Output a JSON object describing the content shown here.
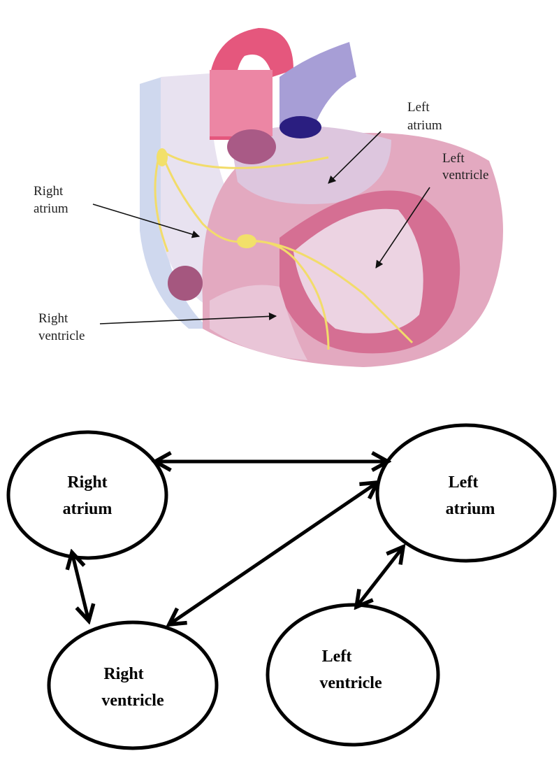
{
  "illustration": {
    "labels": {
      "left_atrium": [
        "Left",
        "atrium"
      ],
      "left_ventricle": [
        "Left",
        "ventricle"
      ],
      "right_atrium": [
        "Right",
        "atrium"
      ],
      "right_ventricle": [
        "Right",
        "ventricle"
      ]
    }
  },
  "graph": {
    "nodes": {
      "right_atrium": [
        "Right",
        "atrium"
      ],
      "left_atrium": [
        "Left",
        "atrium"
      ],
      "right_ventricle": [
        "Right",
        "ventricle"
      ],
      "left_ventricle": [
        "Left",
        "ventricle"
      ]
    },
    "edges": [
      {
        "from": "right_atrium",
        "to": "left_atrium",
        "bidirectional": true
      },
      {
        "from": "left_atrium",
        "to": "right_ventricle",
        "bidirectional": true
      },
      {
        "from": "right_atrium",
        "to": "right_ventricle",
        "bidirectional": true
      },
      {
        "from": "left_atrium",
        "to": "left_ventricle",
        "bidirectional": true
      }
    ]
  }
}
